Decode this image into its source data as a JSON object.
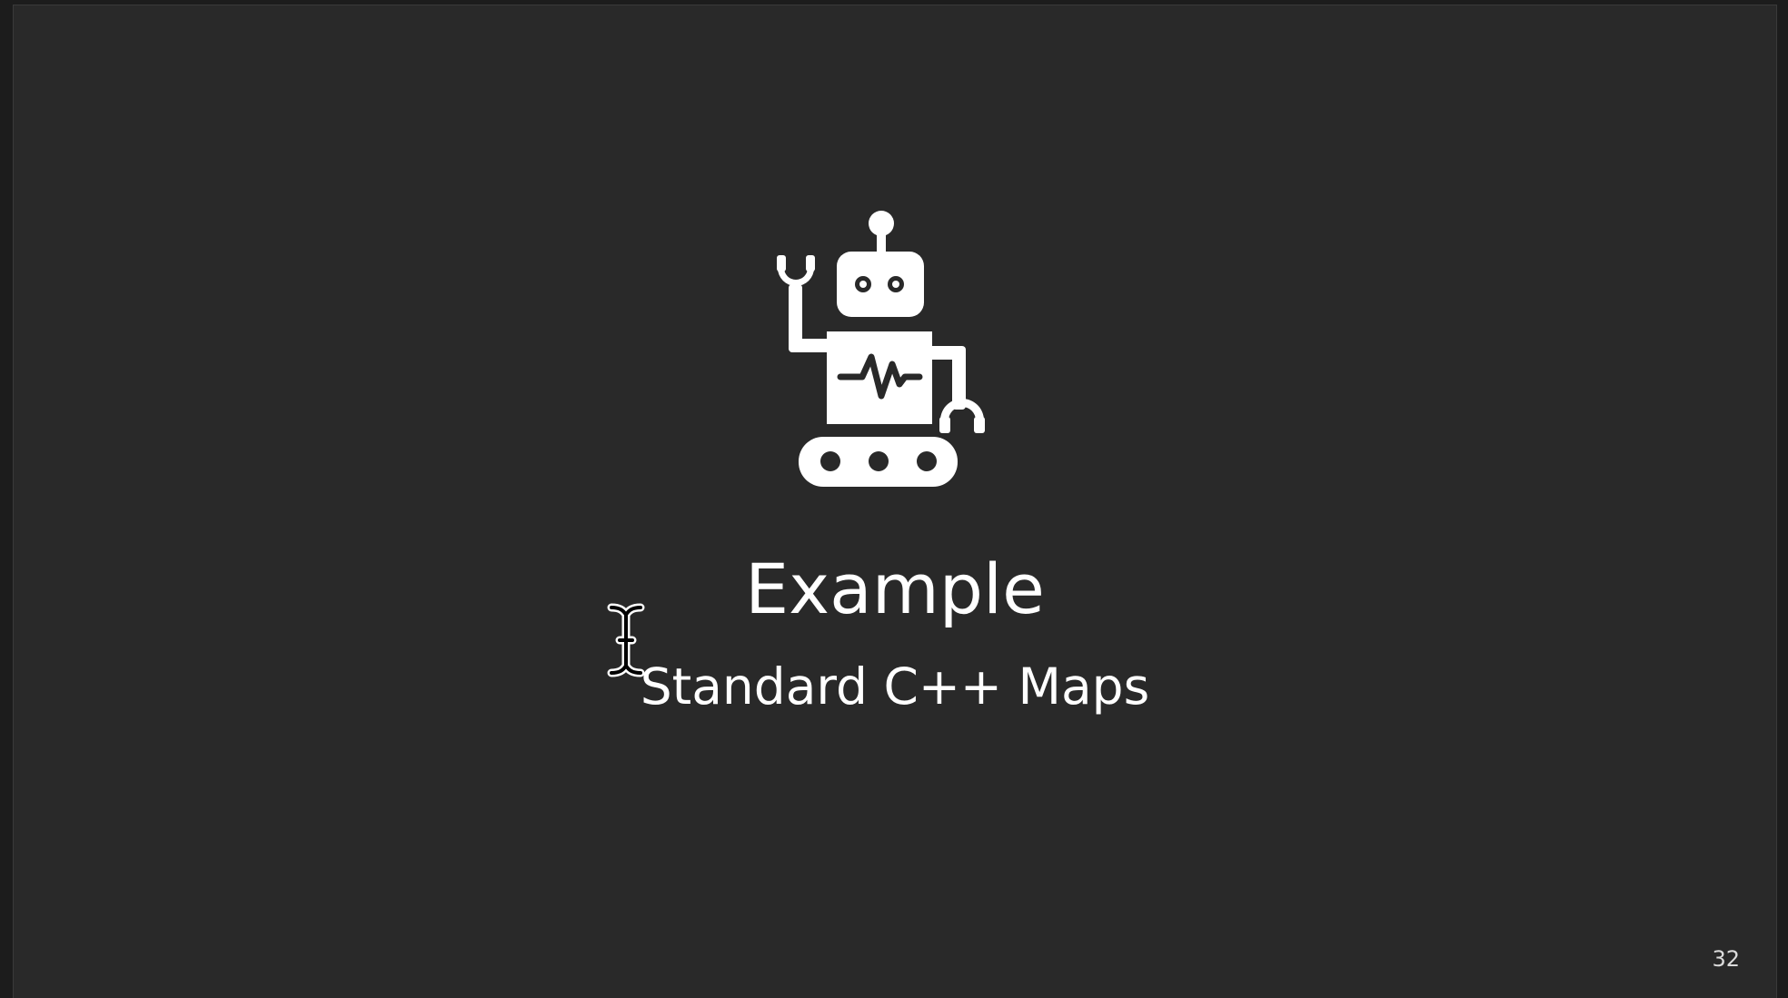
{
  "slide": {
    "icon": "robot-icon",
    "title": "Example",
    "subtitle": "Standard C++ Maps",
    "page_number": "32",
    "background_color": "#292929",
    "text_color": "#ffffff"
  },
  "cursor": {
    "icon": "text-cursor-icon"
  }
}
